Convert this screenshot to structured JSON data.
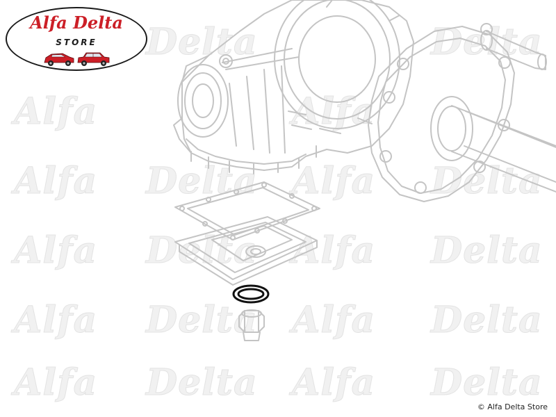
{
  "logo": {
    "title": "Alfa Delta",
    "subtitle": "STORE",
    "accent_color": "#cc1f27",
    "icons": [
      "red-classic-coupe-icon",
      "red-classic-saloon-icon"
    ]
  },
  "watermark": {
    "text_1": "Alfa",
    "text_2": "Delta"
  },
  "diagram": {
    "highlighted_part": "sealing-washer",
    "colors": {
      "line_art": "#c4c4c4",
      "highlight": "#111111"
    }
  },
  "footer": {
    "copyright": "© Alfa Delta Store"
  }
}
